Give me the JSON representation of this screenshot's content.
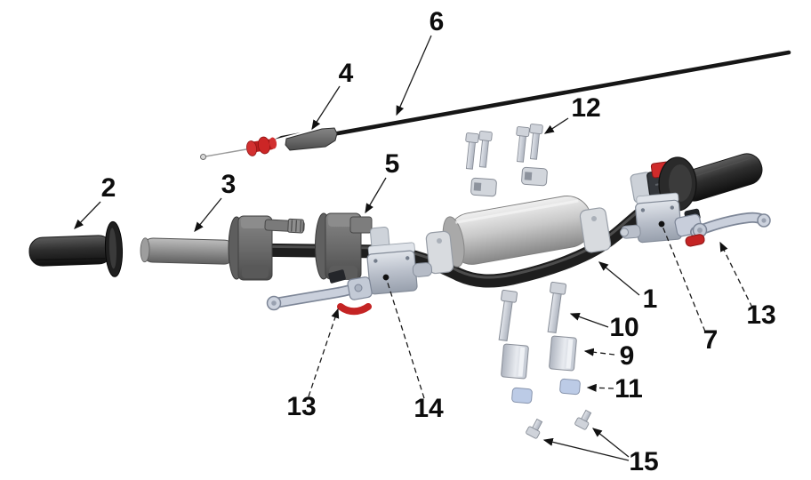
{
  "diagram": {
    "description": "Handlebar assembly exploded parts diagram",
    "callouts": {
      "c1": "1",
      "c2": "2",
      "c3": "3",
      "c4": "4",
      "c5": "5",
      "c6": "6",
      "c7": "7",
      "c9": "9",
      "c10": "10",
      "c11": "11",
      "c12": "12",
      "c13_left": "13",
      "c13_right": "13",
      "c14": "14",
      "c15": "15"
    },
    "colors": {
      "background": "#ffffff",
      "label_text": "#0d0d0d",
      "accent_red": "#c42424",
      "bar_black": "#1e1e1e",
      "metal_silver": "#c7ccd5",
      "pad_gray": "#c9c9c9"
    }
  }
}
